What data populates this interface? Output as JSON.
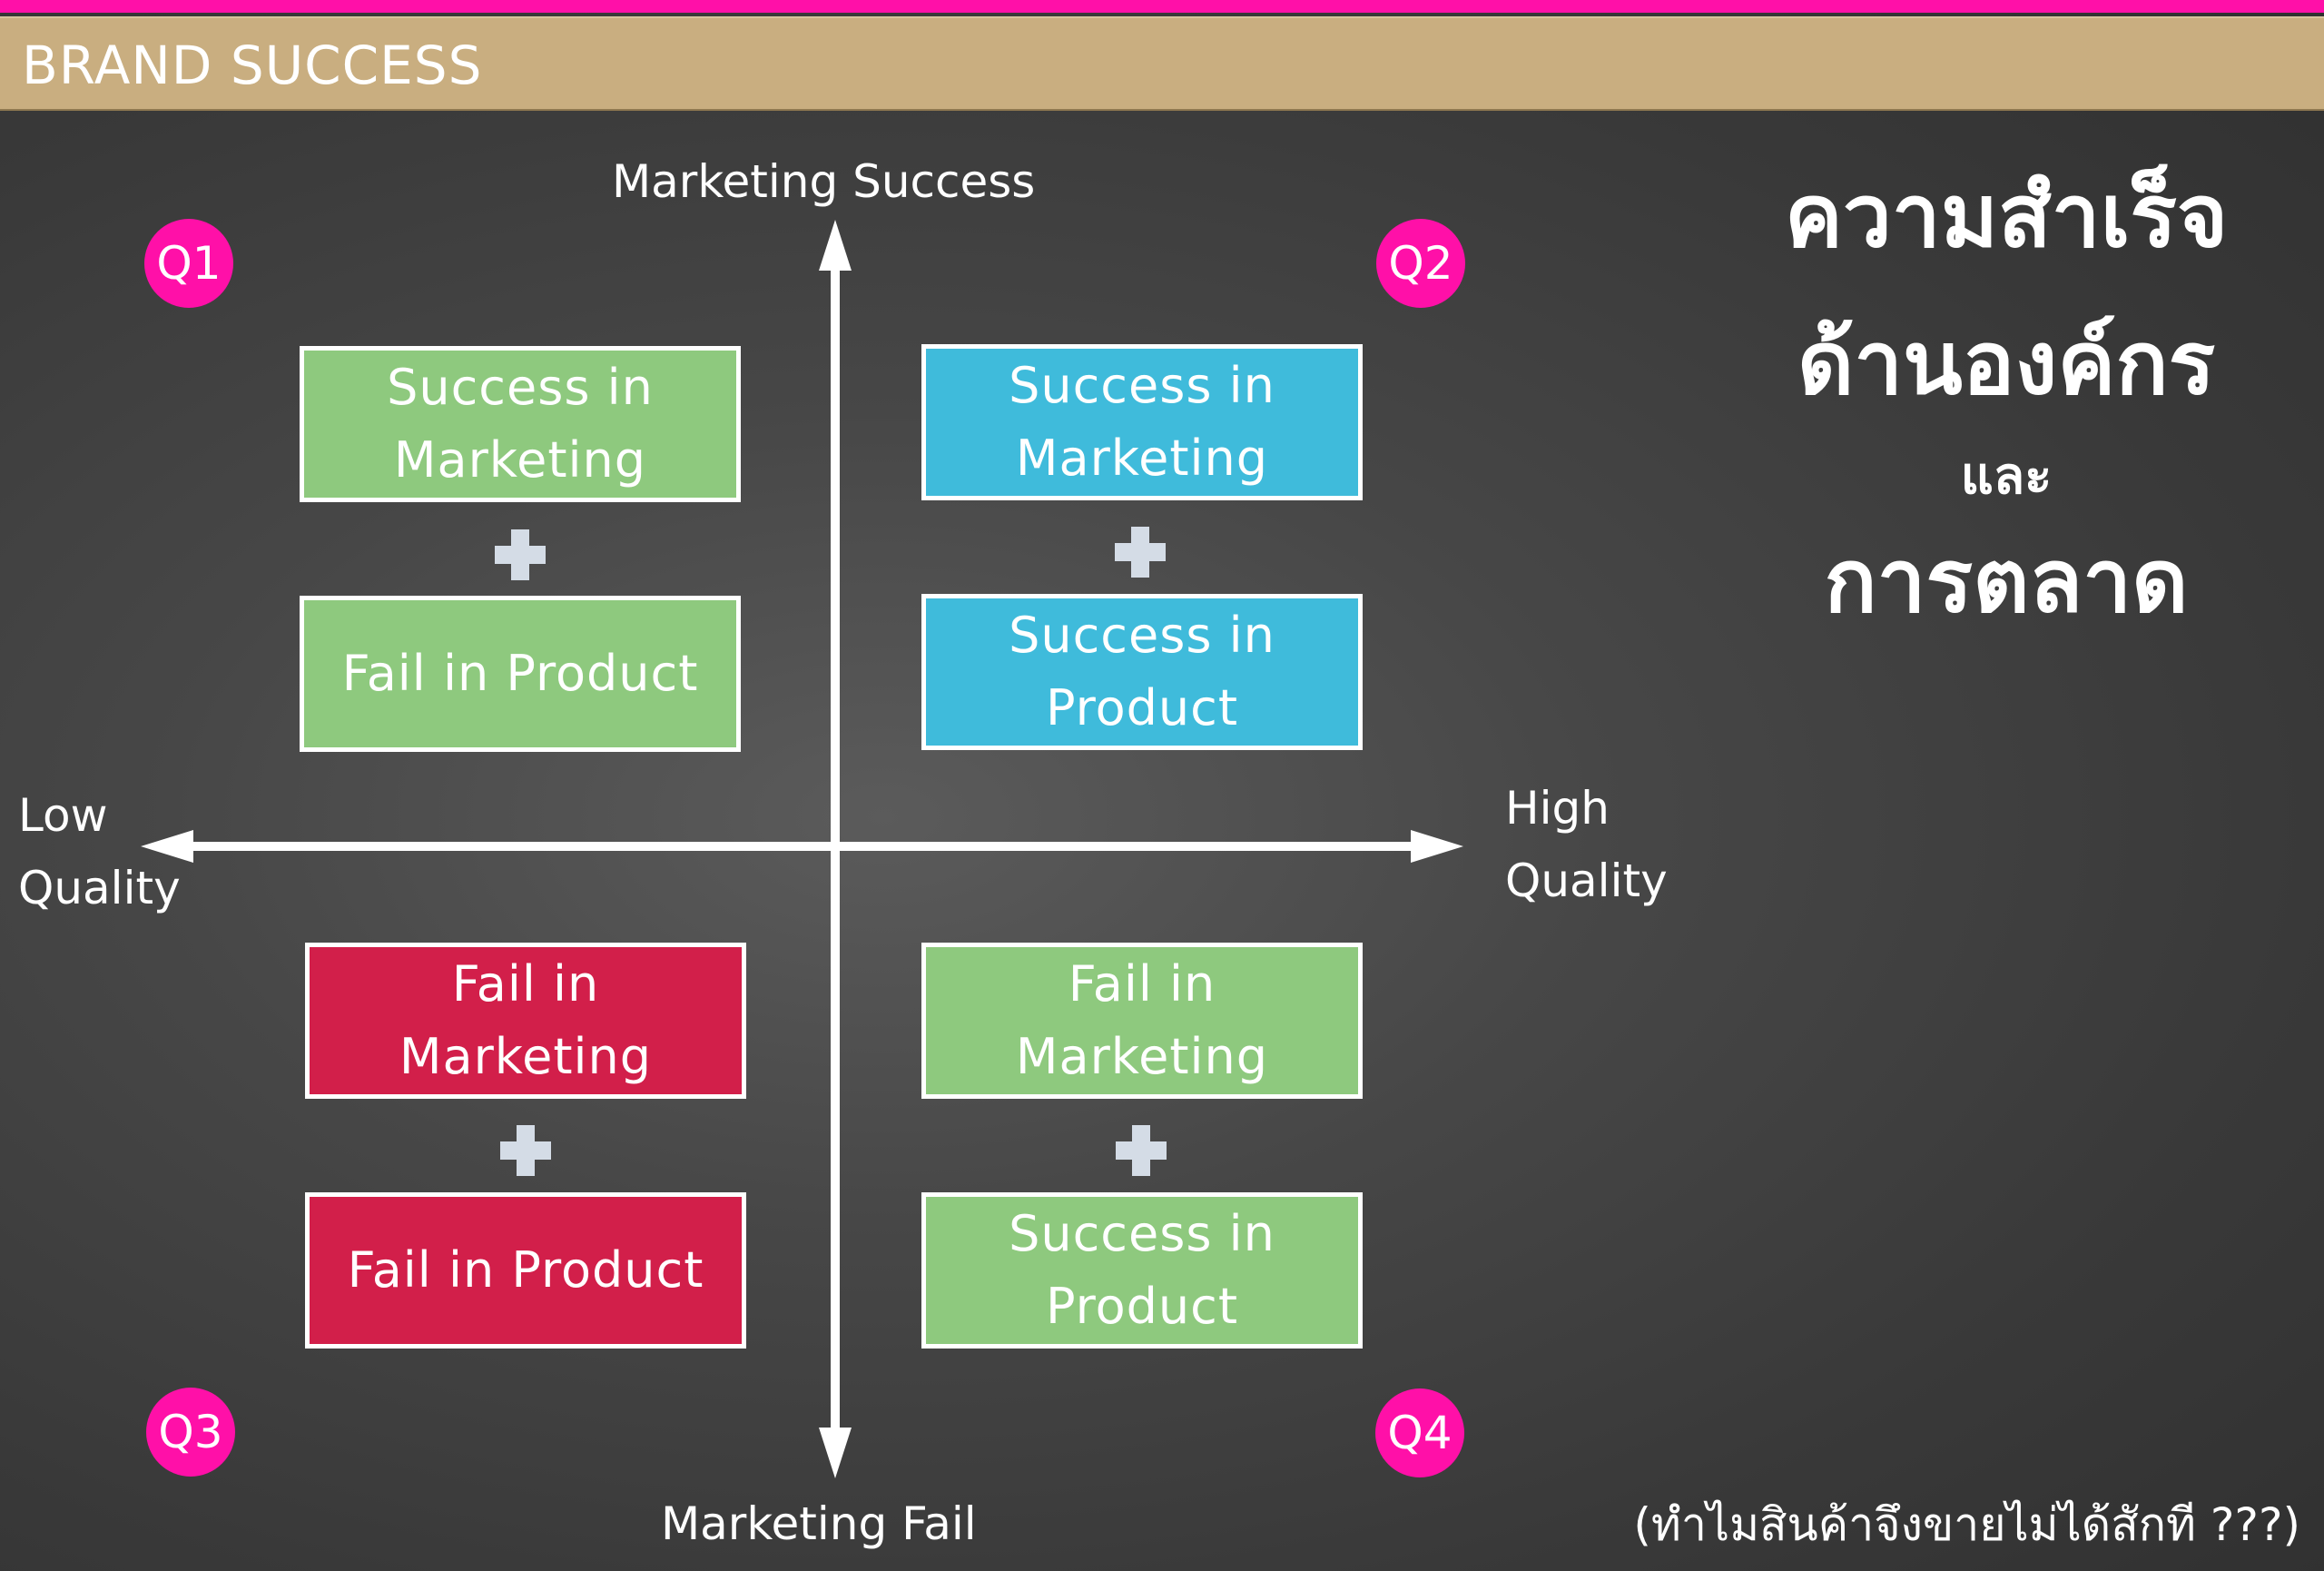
{
  "header": {
    "title": "BRAND SUCCESS"
  },
  "axes": {
    "top": "Marketing Success",
    "bottom": "Marketing Fail",
    "left": [
      "Low",
      "Quality"
    ],
    "right": [
      "High",
      "Quality"
    ]
  },
  "quadrants": {
    "q1": {
      "badge": "Q1",
      "top_box": {
        "line1": "Success in",
        "line2": "Marketing"
      },
      "bottom_box": {
        "line1": "Fail in Product"
      },
      "color": "#8ec97e"
    },
    "q2": {
      "badge": "Q2",
      "top_box": {
        "line1": "Success in",
        "line2": "Marketing"
      },
      "bottom_box": {
        "line1": "Success in",
        "line2": "Product"
      },
      "color": "#3fbbdb"
    },
    "q3": {
      "badge": "Q3",
      "top_box": {
        "line1": "Fail in",
        "line2": "Marketing"
      },
      "bottom_box": {
        "line1": "Fail in Product"
      },
      "color": "#d21f4a"
    },
    "q4": {
      "badge": "Q4",
      "top_box": {
        "line1": "Fail in",
        "line2": "Marketing"
      },
      "bottom_box": {
        "line1": "Success in",
        "line2": "Product"
      },
      "color": "#8ec97e"
    }
  },
  "plus_icon": "plus-icon",
  "side_heading": {
    "line1": "ความสำเร็จ",
    "line2": "ด้านองค์กร",
    "line3": "และ",
    "line4": "การตลาด"
  },
  "footnote": "(ทำไมสินค้าจึงขายไม่ได้สักที ???)",
  "colors": {
    "accent": "#ff10a8",
    "title_bar": "#c9ae80",
    "background": "#3f3f3f"
  }
}
